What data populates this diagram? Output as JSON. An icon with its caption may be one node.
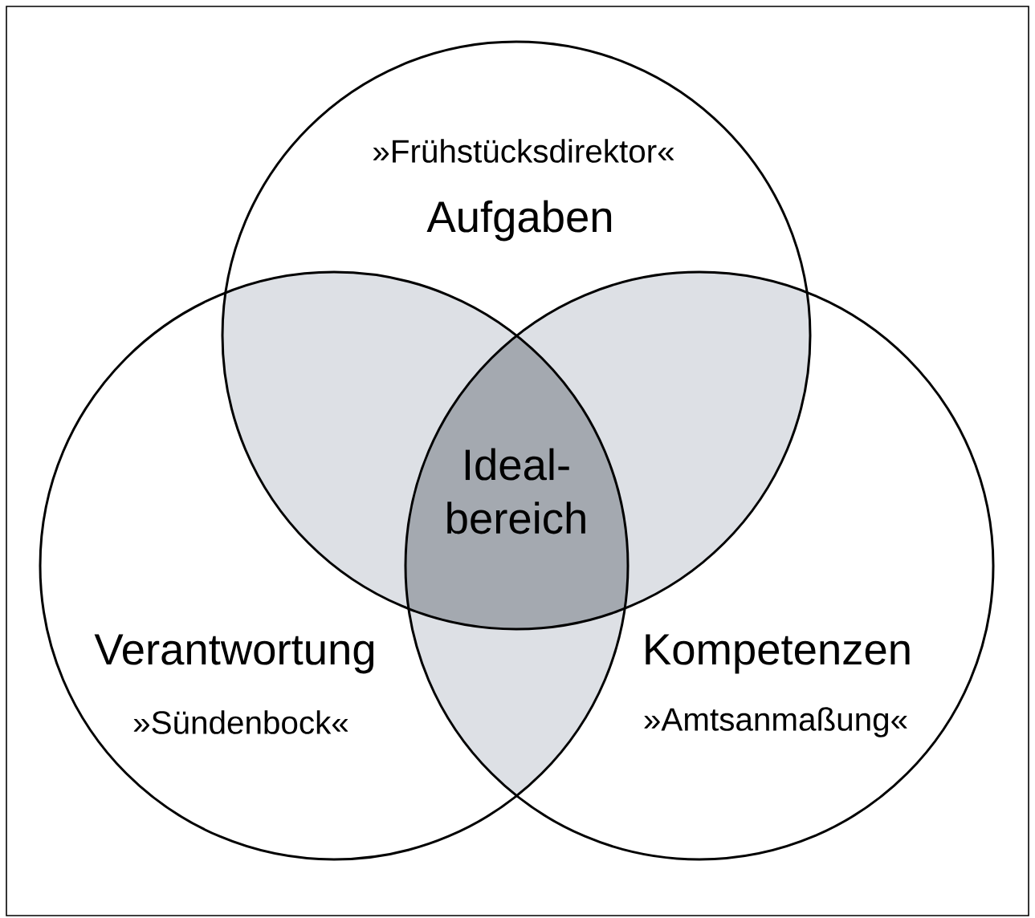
{
  "diagram": {
    "nodes": [
      {
        "text": [
          "»Frühstücksdirektor«",
          "Aufgaben"
        ]
      },
      {
        "text": [
          "Verantwortung",
          "»Sündenbock«"
        ]
      },
      {
        "text": [
          "Kompetenzen",
          "»Amtsanmaßung«"
        ]
      },
      {
        "text": [
          "Ideal- bereich"
        ]
      }
    ]
  }
}
